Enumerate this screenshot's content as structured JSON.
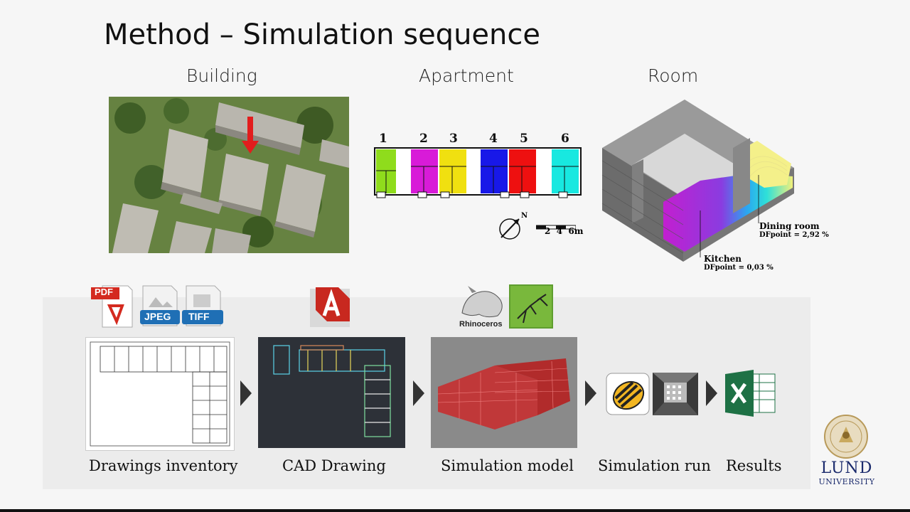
{
  "slide": {
    "title": "Method – Simulation sequence",
    "sections": {
      "building": "Building",
      "apartment": "Apartment",
      "room": "Room"
    },
    "apartment_plan": {
      "unit_numbers": [
        "1",
        "2",
        "3",
        "4",
        "5",
        "6"
      ],
      "scale_label": "2  4  6m",
      "north_label": "N",
      "unit_colors": [
        "#8fdc1c",
        "#d81bd8",
        "#f0e010",
        "#1818e8",
        "#ee1010",
        "#18e8e0"
      ]
    },
    "room_model": {
      "dining_label": "Dining room",
      "dining_value": "DFpoint = 2,92 %",
      "kitchen_label": "Kitchen",
      "kitchen_value": "DFpoint = 0,03 %"
    },
    "workflow": {
      "steps": [
        {
          "label": "Drawings inventory"
        },
        {
          "label": "CAD Drawing"
        },
        {
          "label": "Simulation model"
        },
        {
          "label": "Simulation run"
        },
        {
          "label": "Results"
        }
      ],
      "file_icons": {
        "pdf": "PDF",
        "jpeg": "JPEG",
        "tiff": "TIFF"
      },
      "rhino_label": "Rhinoceros"
    },
    "logo": {
      "line1": "LUND",
      "line2": "UNIVERSITY"
    }
  }
}
